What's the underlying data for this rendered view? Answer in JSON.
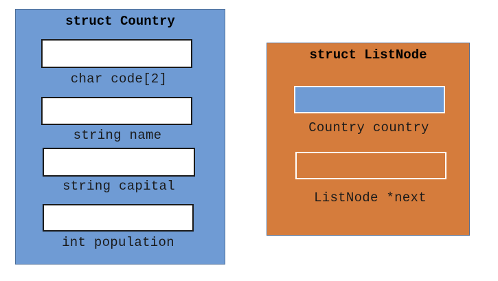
{
  "country": {
    "title": "struct Country",
    "fields": [
      {
        "label": "char code[2]"
      },
      {
        "label": "string name"
      },
      {
        "label": "string capital"
      },
      {
        "label": "int population"
      }
    ]
  },
  "listnode": {
    "title": "struct ListNode",
    "fields": [
      {
        "label": "Country country"
      },
      {
        "label": "ListNode *next"
      }
    ]
  },
  "colors": {
    "country_fill": "#6f9bd4",
    "listnode_fill": "#d57c3c",
    "field_fill": "#ffffff"
  }
}
